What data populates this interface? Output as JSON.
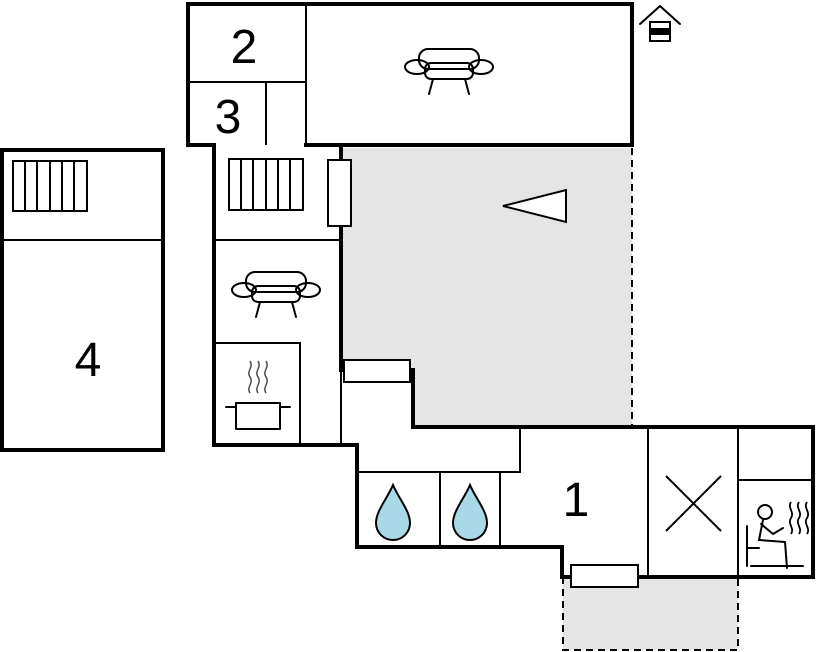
{
  "floorplan": {
    "rooms": [
      {
        "id": "room-1",
        "label": "1"
      },
      {
        "id": "room-2",
        "label": "2"
      },
      {
        "id": "room-3",
        "label": "3"
      },
      {
        "id": "room-4",
        "label": "4"
      }
    ],
    "colors": {
      "wall": "#000000",
      "terrace": "#e5e5e5",
      "water": "#a9d9e6",
      "background": "#ffffff"
    },
    "icons": [
      "entrance-house-icon",
      "sofa-icon",
      "radiator-icon",
      "cooking-pot-icon",
      "water-drop-icon",
      "sauna-icon",
      "cross-icon",
      "direction-triangle-icon",
      "door-icon"
    ]
  }
}
